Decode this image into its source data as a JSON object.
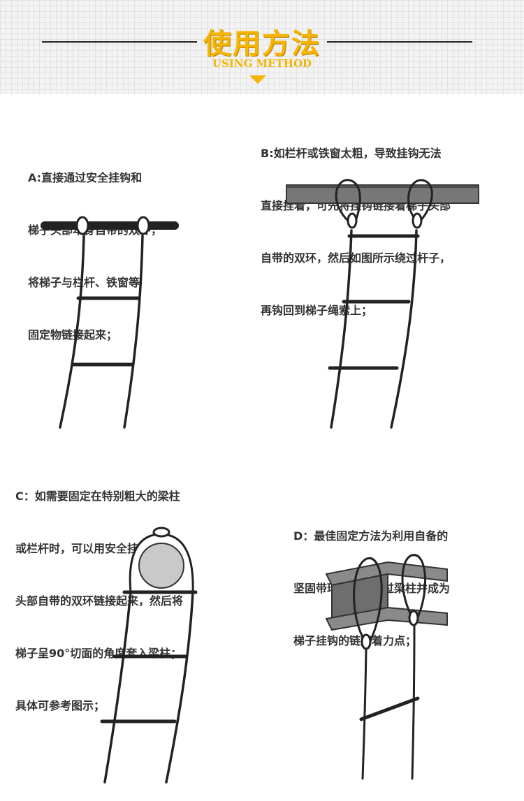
{
  "header": {
    "title": "使用方法",
    "subtitle": "USING METHOD"
  },
  "steps": [
    {
      "id": "A",
      "lines": [
        "A:直接通过安全挂钩和",
        "梯子头部本身自带的双环，",
        "将梯子与栏杆、铁窗等",
        "固定物链接起来；"
      ]
    },
    {
      "id": "B",
      "lines": [
        "B:如栏杆或铁窗太粗，导致挂钩无法",
        "直接挂着，可先将挂钩链接着梯子头部",
        "自带的双环，然后如图所示绕过杆子，",
        "再钩回到梯子绳索上；"
      ]
    },
    {
      "id": "C",
      "lines": [
        "C：如需要固定在特别粗大的梁柱",
        "或栏杆时，可以用安全挂钩将梯子",
        "头部自带的双环链接起来，然后将",
        "梯子呈90°切面的角度套入梁柱；",
        "具体可参考图示；"
      ]
    },
    {
      "id": "D",
      "lines": [
        "D：最佳固定方法为利用自备的",
        "坚固带环或短绳绕过梁柱并成为",
        "梯子挂钩的链接着力点；"
      ]
    }
  ],
  "colors": {
    "accent": "#f5b400",
    "ink": "#222222"
  }
}
